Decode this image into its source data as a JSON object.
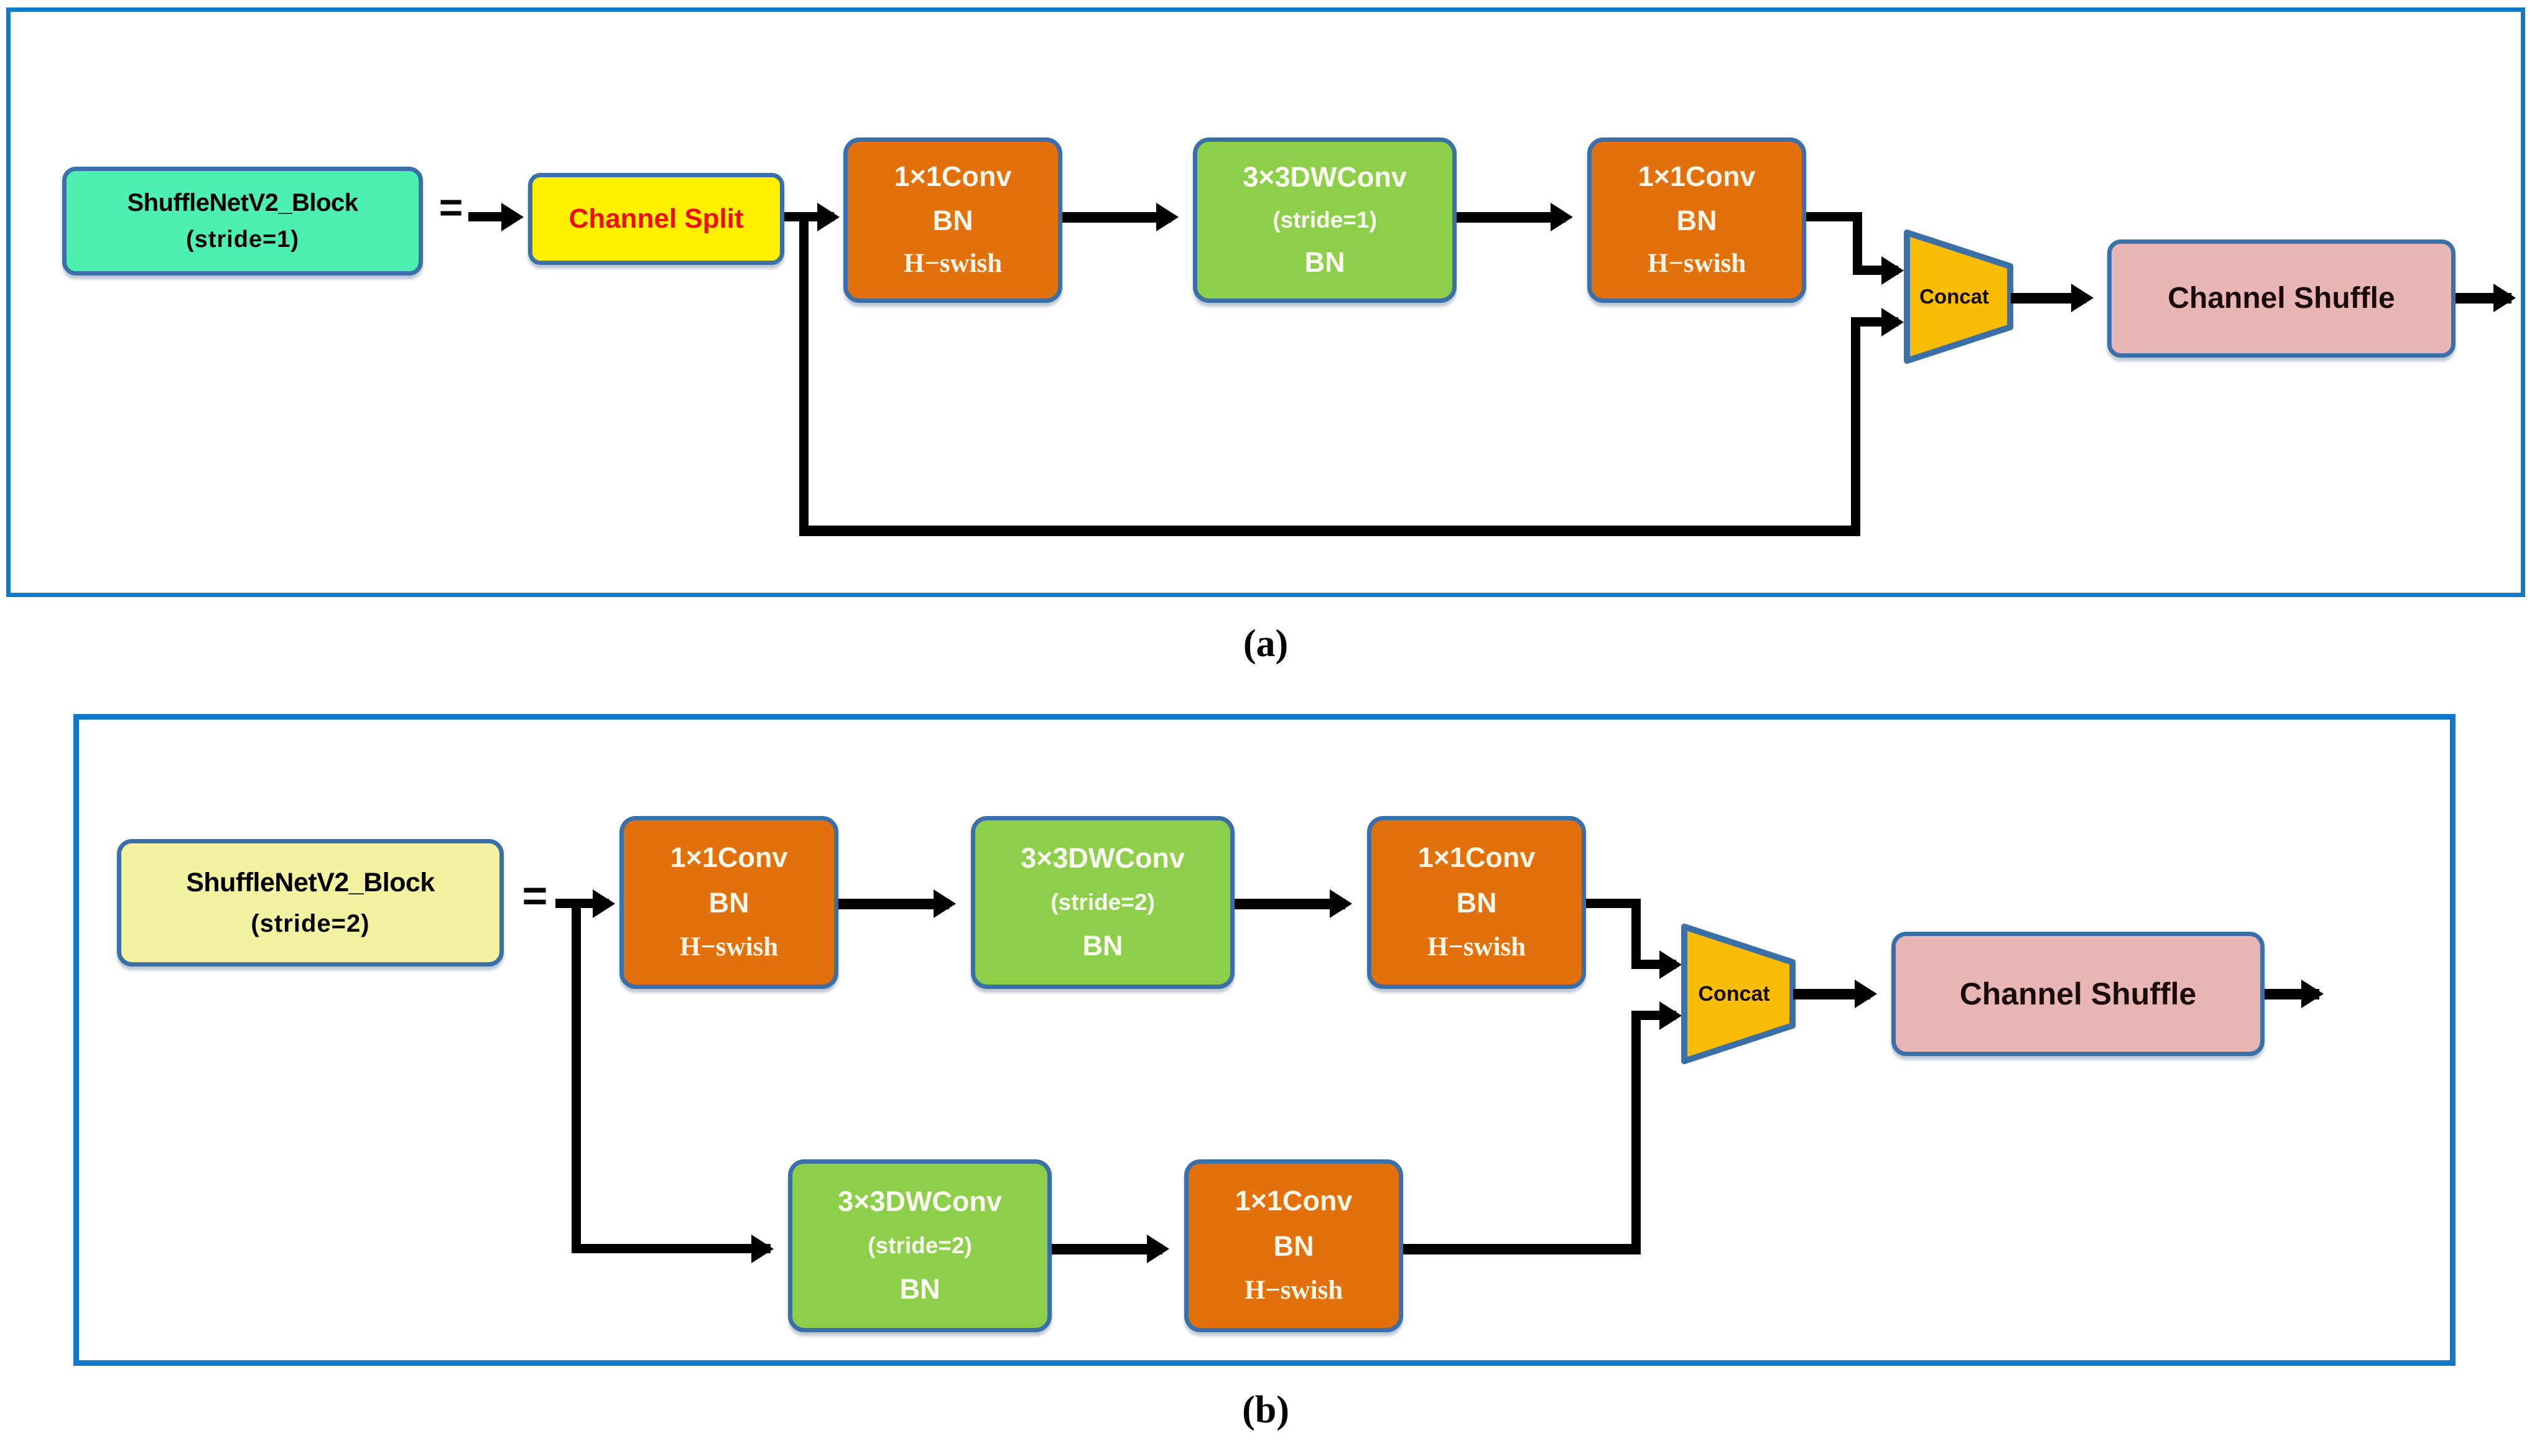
{
  "figure": {
    "type": "diagram",
    "subject": "ShuffleNetV2 Block architecture (stride=1 and stride=2 variants)",
    "panel_captions": {
      "a": "(a)",
      "b": "(b)"
    },
    "equals_sign": "=",
    "colors": {
      "panel_border": "#1478C8",
      "node_border": "#3A6FA8",
      "mint": "#4DF0B0",
      "khaki": "#F2F2A0",
      "yellow": "#FFF200",
      "yellow_text": "#E8110F",
      "orange": "#E2700C",
      "green": "#8DCE4B",
      "pink": "#E9B6B6",
      "concat_gold": "#F9BD06",
      "arrow": "#000000"
    }
  },
  "panel_a": {
    "caption": "(a)",
    "block": {
      "line1": "ShuffleNetV2_Block",
      "line2": "(stride=1)"
    },
    "split": {
      "label": "Channel Split"
    },
    "branch_main": [
      {
        "line1": "1×1Conv",
        "line2": "BN",
        "line3": "H−swish"
      },
      {
        "line1": "3×3DWConv",
        "line2": "(stride=1)",
        "line3": "BN"
      },
      {
        "line1": "1×1Conv",
        "line2": "BN",
        "line3": "H−swish"
      }
    ],
    "concat": {
      "label": "Concat"
    },
    "shuffle": {
      "label": "Channel Shuffle"
    }
  },
  "panel_b": {
    "caption": "(b)",
    "block": {
      "line1": "ShuffleNetV2_Block",
      "line2": "(stride=2)"
    },
    "branch_top": [
      {
        "line1": "1×1Conv",
        "line2": "BN",
        "line3": "H−swish"
      },
      {
        "line1": "3×3DWConv",
        "line2": "(stride=2)",
        "line3": "BN"
      },
      {
        "line1": "1×1Conv",
        "line2": "BN",
        "line3": "H−swish"
      }
    ],
    "branch_bottom": [
      {
        "line1": "3×3DWConv",
        "line2": "(stride=2)",
        "line3": "BN"
      },
      {
        "line1": "1×1Conv",
        "line2": "BN",
        "line3": "H−swish"
      }
    ],
    "concat": {
      "label": "Concat"
    },
    "shuffle": {
      "label": "Channel Shuffle"
    }
  }
}
